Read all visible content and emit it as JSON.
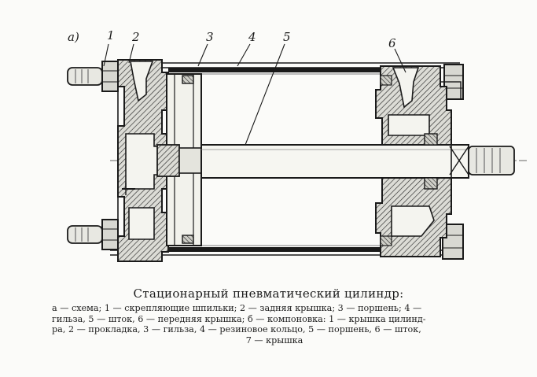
{
  "figure": {
    "view_label": "а)",
    "callouts": [
      "1",
      "2",
      "3",
      "4",
      "5",
      "6"
    ]
  },
  "caption": {
    "title": "Стационарный пневматический цилиндр:",
    "lines": [
      "а — схема; 1 — скрепляющие шпильки; 2 — задняя крышка; 3 — поршень; 4 —",
      "гильза, 5 — шток, 6 — передняя крышка; б — компоновка: 1 — крышка цилинд-",
      "ра, 2 — прокладка, 3 — гильза, 4 — резиновое кольцо, 5 — поршень, 6 — шток,",
      "7 — крышка"
    ]
  }
}
